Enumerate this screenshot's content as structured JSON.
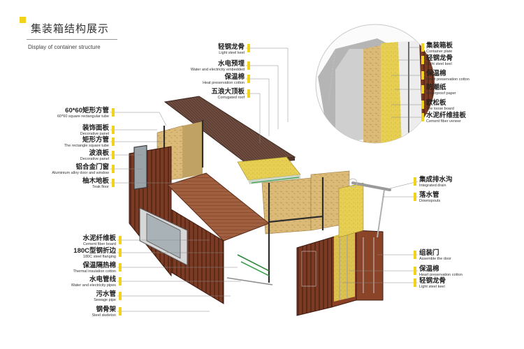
{
  "header": {
    "title_cn": "集装箱结构展示",
    "title_en": "Display of container structure"
  },
  "roof_labels": [
    {
      "cn": "轻钢龙骨",
      "en": "Light steel keel"
    },
    {
      "cn": "水电预埋",
      "en": "Water and electricity embedded"
    },
    {
      "cn": "保温棉",
      "en": "Heat preservation cotton"
    },
    {
      "cn": "五浪大顶板",
      "en": "Corrugated roof"
    }
  ],
  "left_labels": [
    {
      "cn": "60*60矩形方管",
      "en": "60*60 square rectangular tube"
    },
    {
      "cn": "装饰面板",
      "en": "Decorative panel"
    },
    {
      "cn": "矩形方管",
      "en": "The rectangle square tube"
    },
    {
      "cn": "波浪板",
      "en": "Decorative panel"
    },
    {
      "cn": "铝合金门窗",
      "en": "Aluminium alloy door and window"
    },
    {
      "cn": "柚木地板",
      "en": "Teak floor"
    }
  ],
  "wall_labels": [
    {
      "cn": "集装箱板",
      "en": "Container plate"
    },
    {
      "cn": "轻钢龙骨",
      "en": "Light steel keel"
    },
    {
      "cn": "保温棉",
      "en": "Heart preservation cotton"
    },
    {
      "cn": "防潮纸",
      "en": "Waterproof paper"
    },
    {
      "cn": "欧松板",
      "en": "The loose board"
    },
    {
      "cn": "水泥纤维挂板",
      "en": "Cement fiber veneer"
    }
  ],
  "drain_labels": [
    {
      "cn": "集成排水沟",
      "en": "Integrated drain"
    },
    {
      "cn": "落水管",
      "en": "Downspouts"
    }
  ],
  "bottom_left_labels": [
    {
      "cn": "水泥纤维板",
      "en": "Cement fiber board"
    },
    {
      "cn": "180C型钢折边",
      "en": "180C steel flanging"
    },
    {
      "cn": "保温隔热棉",
      "en": "Thermal insulation cotton"
    },
    {
      "cn": "水电管线",
      "en": "Water and electricity pipes"
    },
    {
      "cn": "污水管",
      "en": "Sewage pipe"
    },
    {
      "cn": "钢骨架",
      "en": "Steel skeleton"
    }
  ],
  "door_labels": [
    {
      "cn": "组装门",
      "en": "Assemble the door"
    },
    {
      "cn": "保温棉",
      "en": "Heart preservation cotton"
    },
    {
      "cn": "轻钢龙骨",
      "en": "Light steel keel"
    }
  ],
  "colors": {
    "accent_yellow": "#f2d31b",
    "roof_brown": "#6b4a3e",
    "container_rust": "#7a3a24",
    "floor_wood": "#9b5a3e",
    "insulation": "#e8d24a",
    "osb": "#d8b56c"
  }
}
